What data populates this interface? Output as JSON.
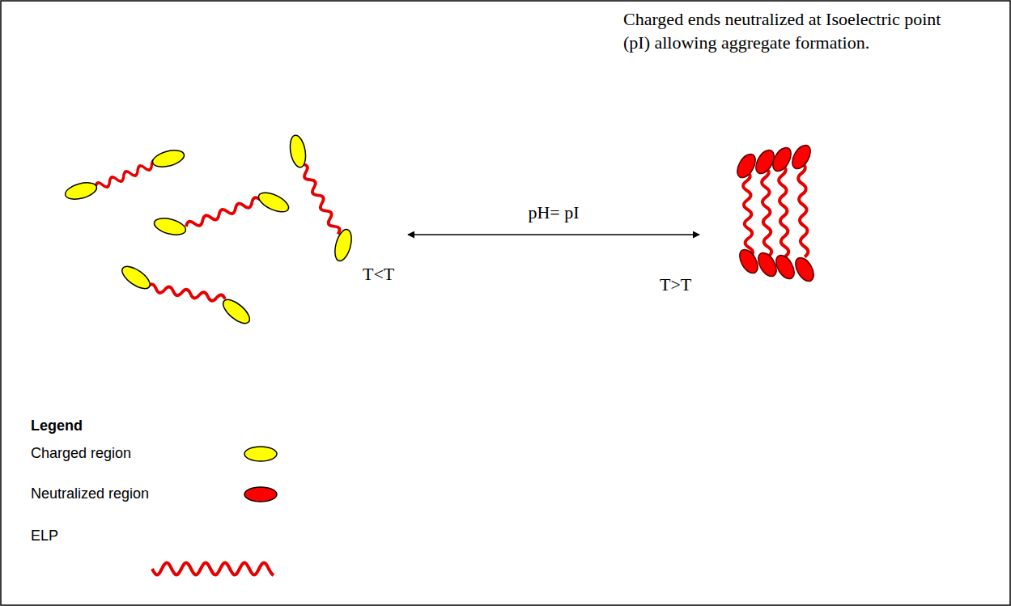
{
  "diagram": {
    "nodes": [
      {
        "text": [
          "T<T"
        ]
      },
      {
        "text": [
          "Charged ends neutralized at Isoelectric point (pI) allowing aggregate formation.",
          "T>T"
        ]
      }
    ],
    "edges": [
      {
        "from": 0,
        "to": 1,
        "arrow": "both",
        "label": "pH= pI"
      }
    ],
    "labels": [
      "Legend"
    ],
    "legend": [
      {
        "text": "Charged region",
        "color": "#ffff00"
      },
      {
        "text": "Neutralized region",
        "color": "#ff0000"
      },
      {
        "text": "ELP"
      }
    ]
  }
}
